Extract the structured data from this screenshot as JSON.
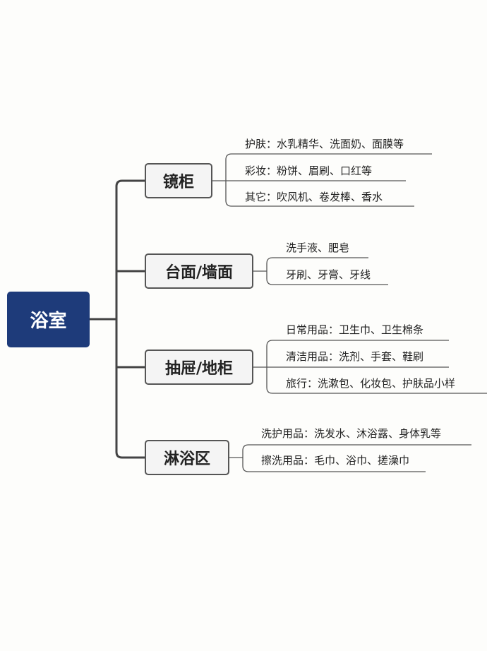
{
  "root": {
    "label": "浴室",
    "color": "#1e3b7a"
  },
  "branches": [
    {
      "label": "镜柜",
      "leaves": [
        "护肤：水乳精华、洗面奶、面膜等",
        "彩妆：粉饼、眉刷、口红等",
        "其它：吹风机、卷发棒、香水"
      ]
    },
    {
      "label": "台面/墙面",
      "leaves": [
        "洗手液、肥皂",
        "牙刷、牙膏、牙线"
      ]
    },
    {
      "label": "抽屉/地柜",
      "leaves": [
        "日常用品：卫生巾、卫生棉条",
        "清洁用品：洗剂、手套、鞋刷",
        "旅行：洗漱包、化妆包、护肤品小样"
      ]
    },
    {
      "label": "淋浴区",
      "leaves": [
        "洗护用品：洗发水、沐浴露、身体乳等",
        "擦洗用品：毛巾、浴巾、搓澡巾"
      ]
    }
  ]
}
